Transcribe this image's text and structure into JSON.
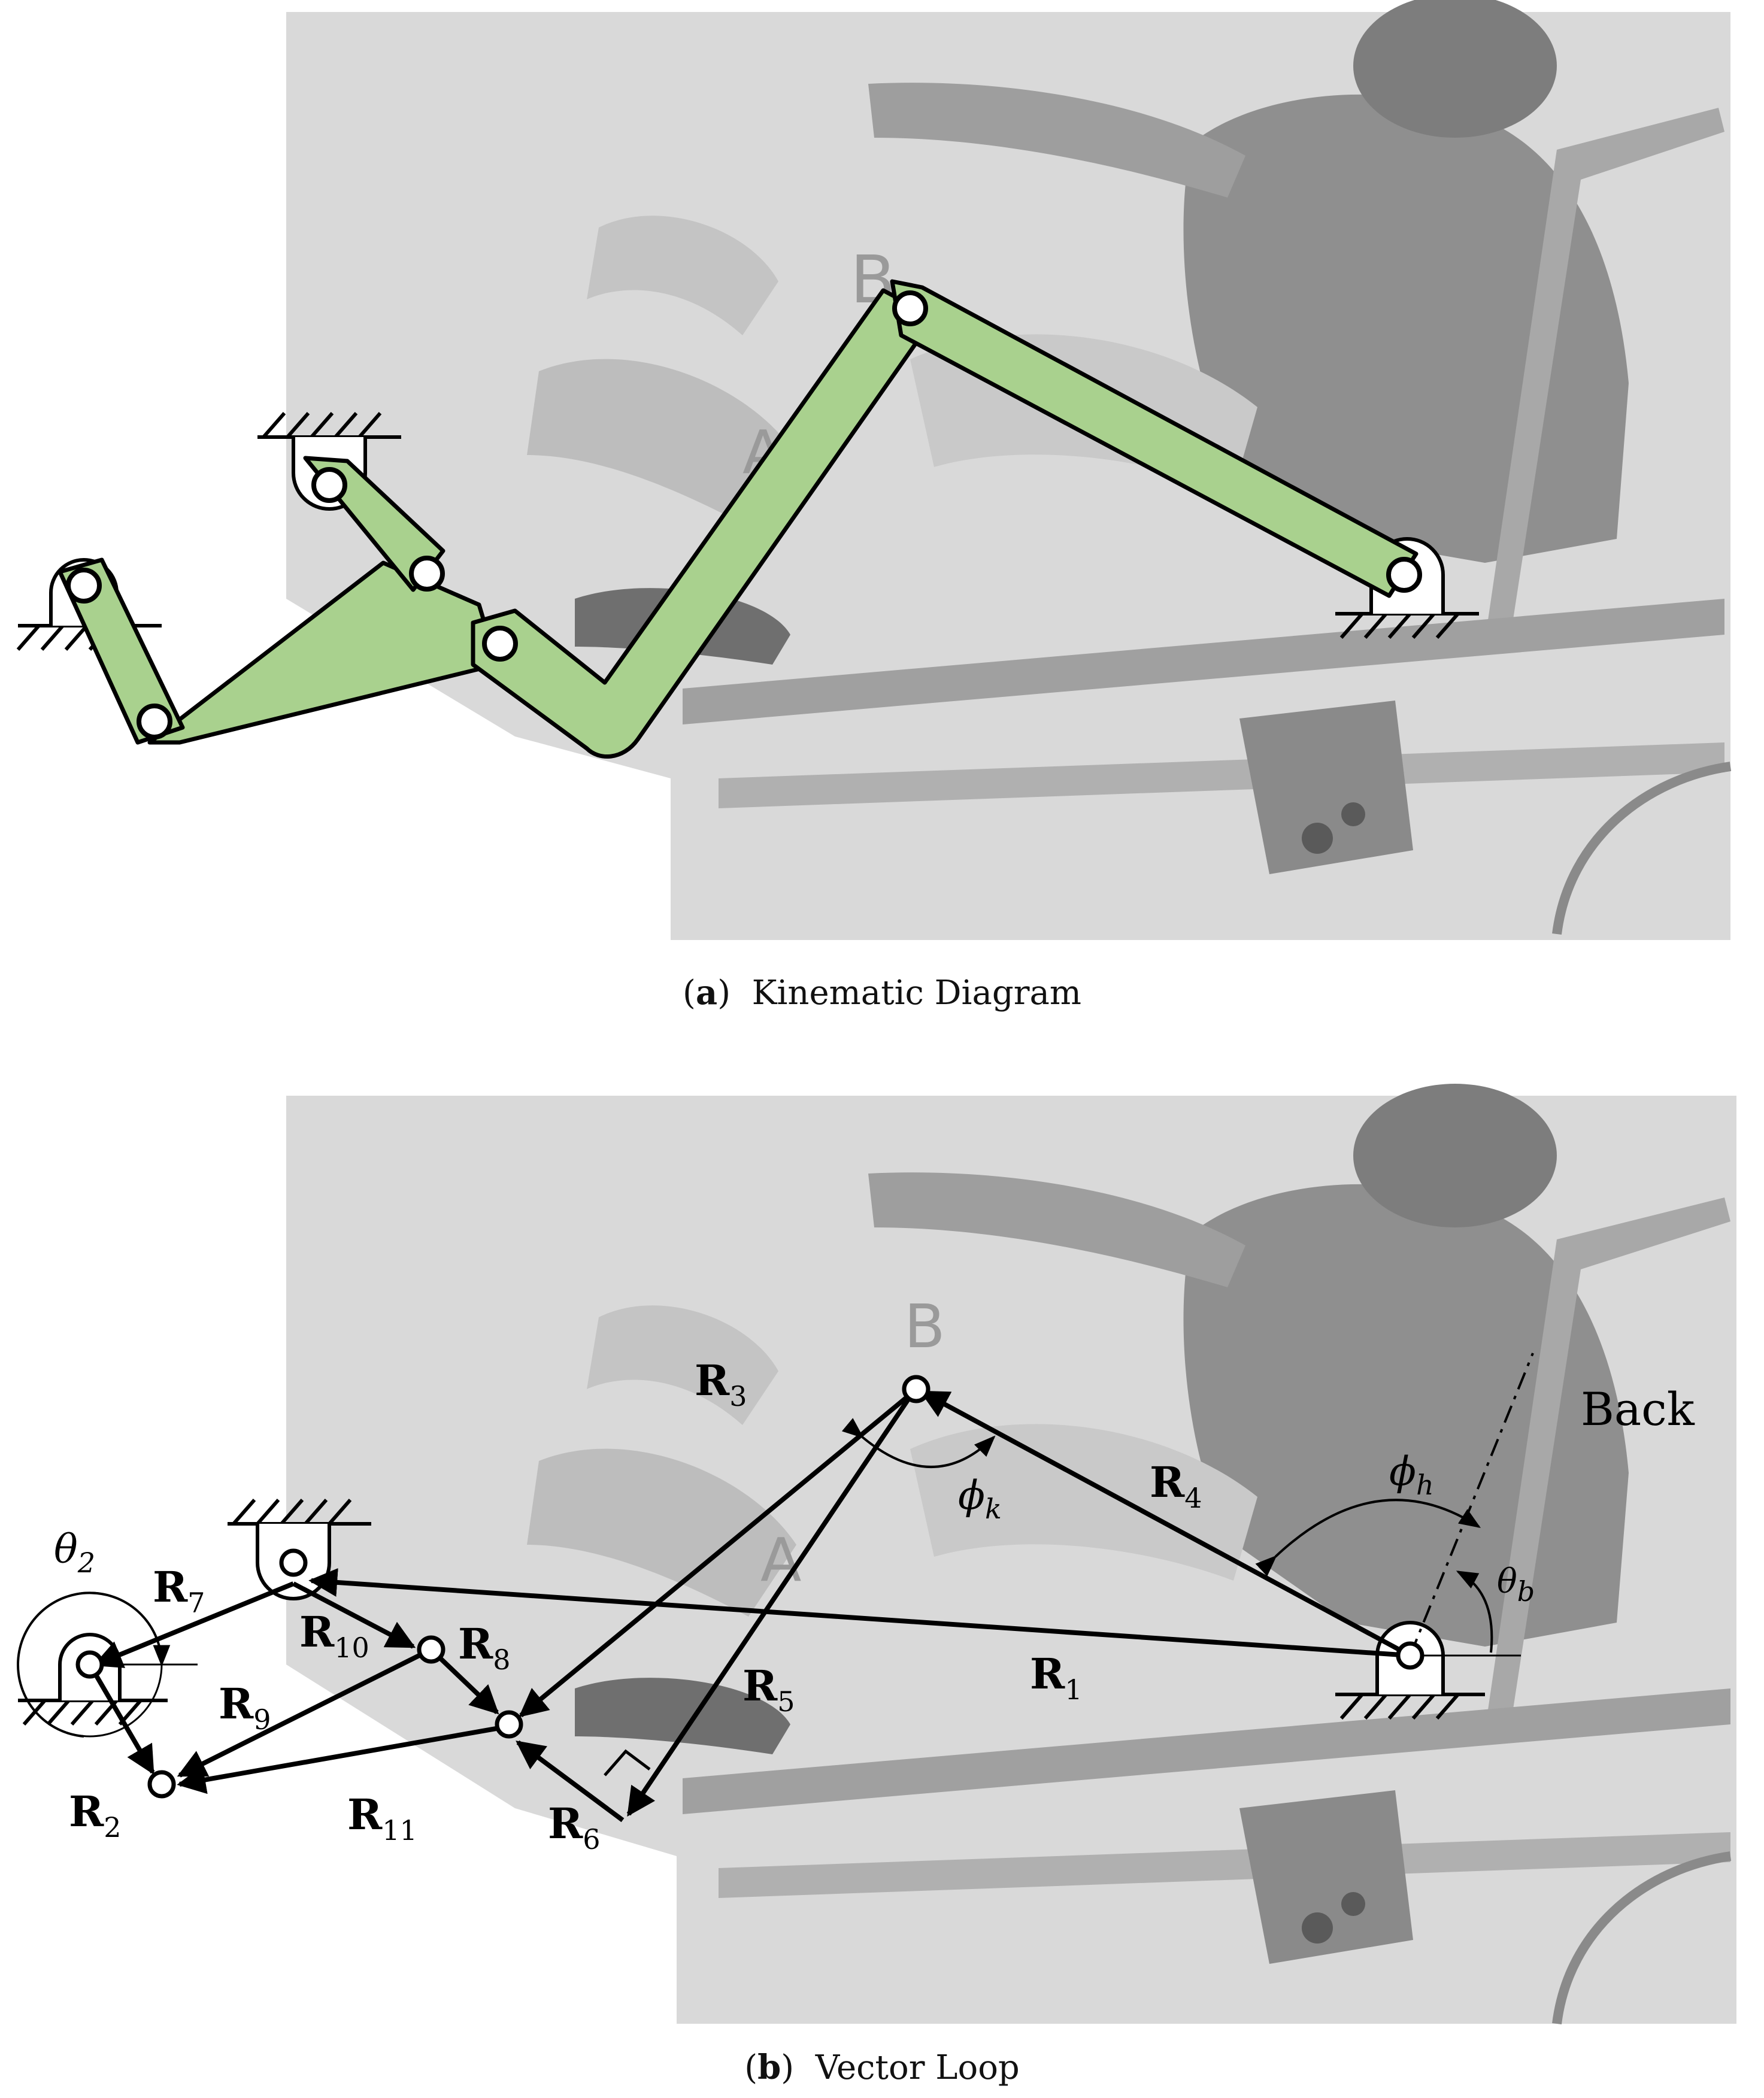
{
  "panels": {
    "a": {
      "caption_letter": "a",
      "caption_text": "Kinematic Diagram"
    },
    "b": {
      "caption_letter": "b",
      "caption_text": "Vector Loop"
    }
  },
  "vector_labels": {
    "r1": {
      "main": "R",
      "sub": "1"
    },
    "r2": {
      "main": "R",
      "sub": "2"
    },
    "r3": {
      "main": "R",
      "sub": "3"
    },
    "r4": {
      "main": "R",
      "sub": "4"
    },
    "r5": {
      "main": "R",
      "sub": "5"
    },
    "r6": {
      "main": "R",
      "sub": "6"
    },
    "r7": {
      "main": "R",
      "sub": "7"
    },
    "r8": {
      "main": "R",
      "sub": "8"
    },
    "r9": {
      "main": "R",
      "sub": "9"
    },
    "r10": {
      "main": "R",
      "sub": "10"
    },
    "r11": {
      "main": "R",
      "sub": "11"
    }
  },
  "angle_labels": {
    "theta2": {
      "main": "θ",
      "sub": "2"
    },
    "phik": {
      "main": "ϕ",
      "sub": "k"
    },
    "phih": {
      "main": "ϕ",
      "sub": "h"
    },
    "thetab": {
      "main": "θ",
      "sub": "b"
    }
  },
  "back_label": "Back",
  "photo_letters": {
    "upper": "B",
    "lower": "A"
  },
  "colors": {
    "link_fill": "#a9d18e",
    "link_stroke": "#000000",
    "photo_bg": "#d6d6d6",
    "photo_dark": "#8c8c8c",
    "photo_mid": "#b5b5b5"
  }
}
